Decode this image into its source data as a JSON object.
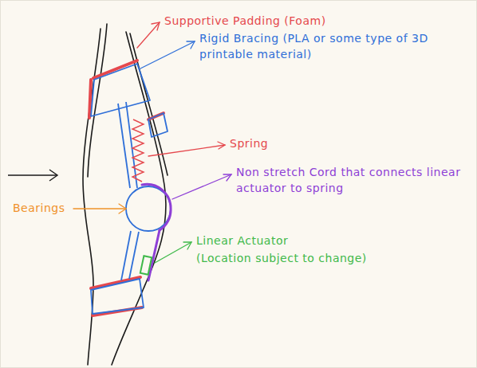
{
  "diagram": {
    "labels": [
      "Supportive Padding (Foam)",
      "Rigid Bracing (PLA or some type of 3D printable material)",
      "Spring",
      "Non stretch Cord that connects linear actuator to spring",
      "Bearings",
      "Linear Actuator",
      "(Location subject to change)"
    ]
  }
}
